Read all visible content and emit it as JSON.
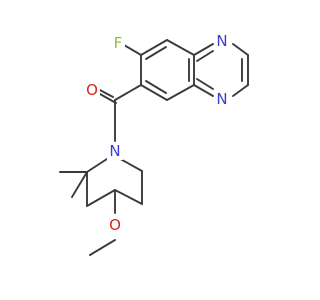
{
  "molecule": {
    "atoms": {
      "fluorine": {
        "text": "F",
        "color": "#8fbf3f"
      },
      "nitrogen_top": {
        "text": "N",
        "color": "#3b3bd6"
      },
      "nitrogen_bottom": {
        "text": "N",
        "color": "#3b3bd6"
      },
      "oxygen_carbonyl": {
        "text": "O",
        "color": "#e0241b"
      },
      "nitrogen_piperidine": {
        "text": "N",
        "color": "#3b3bd6"
      },
      "oxygen_methoxy": {
        "text": "O",
        "color": "#e0241b"
      }
    },
    "bond_color": "#3a3a3a"
  }
}
